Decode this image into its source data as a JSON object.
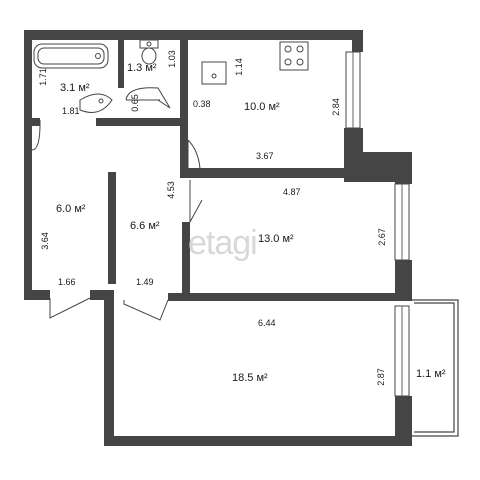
{
  "watermark": "etagi",
  "rooms": {
    "bathroom": {
      "area": "3.1 м²",
      "w": "1.81",
      "h": "1.71"
    },
    "toilet": {
      "area": "1.3 м²",
      "w": "1.03",
      "h": "0.65"
    },
    "kitchen": {
      "area": "10.0 м²",
      "w": "3.67",
      "h": "2.84",
      "d1": "1.14",
      "d2": "0.38"
    },
    "bedroom": {
      "area": "13.0 м²",
      "w": "4.87",
      "h": "2.67"
    },
    "hall_left": {
      "area": "6.0 м²",
      "w": "1.66",
      "h": "3.64"
    },
    "corridor": {
      "area": "6.6 м²",
      "w": "1.49",
      "h": "4.53"
    },
    "living": {
      "area": "18.5 м²",
      "w": "6.44",
      "h": "2.87"
    },
    "balcony": {
      "area": "1.1 м²"
    }
  }
}
